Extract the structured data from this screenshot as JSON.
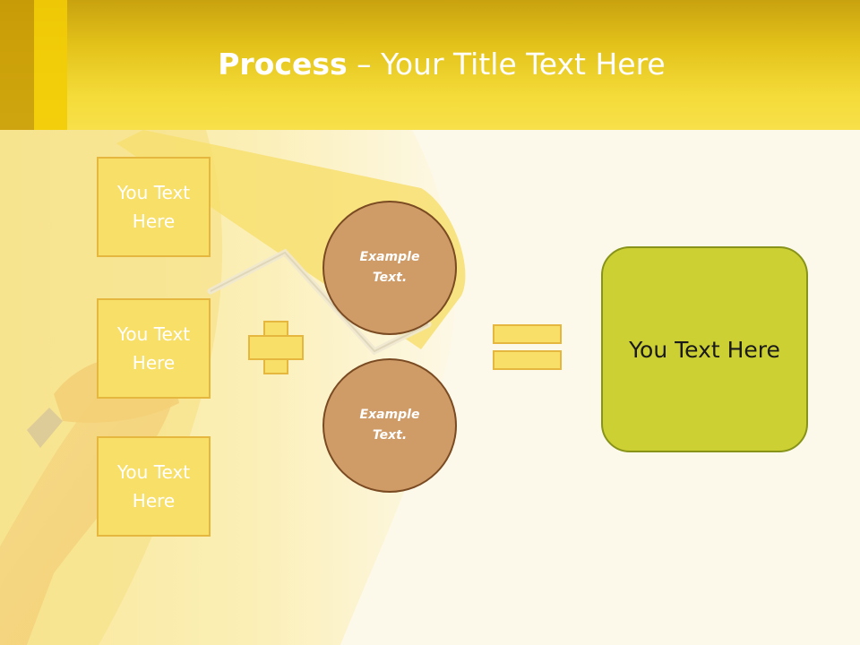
{
  "title": {
    "bold": "Process",
    "rest": " – Your Title Text Here"
  },
  "boxes": [
    {
      "line1": "You Text",
      "line2": "Here"
    },
    {
      "line1": "You Text",
      "line2": "Here"
    },
    {
      "line1": "You Text",
      "line2": "Here"
    }
  ],
  "circles": [
    {
      "line1": "Example",
      "line2": "Text."
    },
    {
      "line1": "Example",
      "line2": "Text."
    }
  ],
  "result": {
    "label": "You Text Here"
  },
  "colors": {
    "header": "#f5dc3a",
    "box_fill": "#f8df67",
    "box_border": "#e6b73f",
    "circle_fill": "#cf9b67",
    "circle_border": "#7a4b22",
    "result_fill": "#cdd033",
    "result_border": "#879319"
  },
  "icons": {
    "operator_1": "plus-icon",
    "operator_2": "equals-icon"
  }
}
